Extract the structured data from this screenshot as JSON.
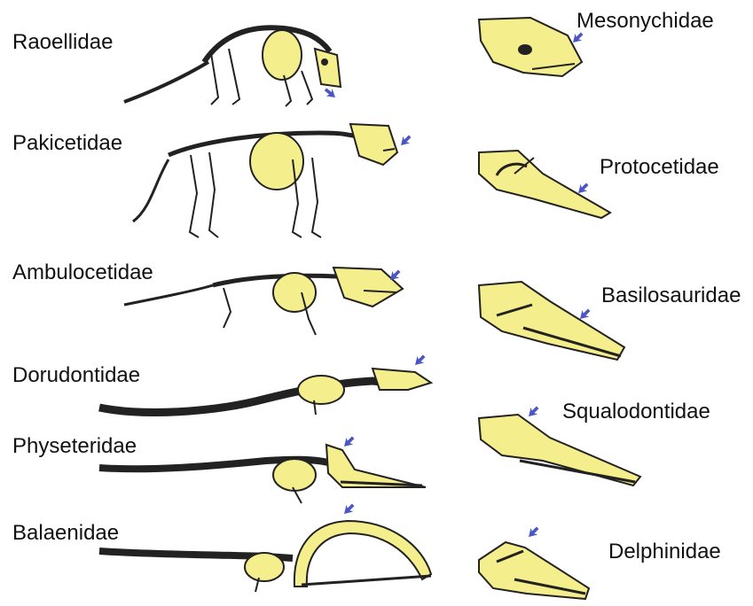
{
  "colors": {
    "bone": "#F4EE8C",
    "outline": "#222222",
    "marker": "#4A55C8",
    "text": "#111111",
    "background": "#FFFFFF"
  },
  "left_column": [
    {
      "label": "Raoellidae"
    },
    {
      "label": "Pakicetidae"
    },
    {
      "label": "Ambulocetidae"
    },
    {
      "label": "Dorudontidae"
    },
    {
      "label": "Physeteridae"
    },
    {
      "label": "Balaenidae"
    }
  ],
  "right_column": [
    {
      "label": "Mesonychidae"
    },
    {
      "label": "Protocetidae"
    },
    {
      "label": "Basilosauridae"
    },
    {
      "label": "Squalodontidae"
    },
    {
      "label": "Delphinidae"
    }
  ],
  "icons": {
    "marker": "arrow-marker-icon"
  }
}
